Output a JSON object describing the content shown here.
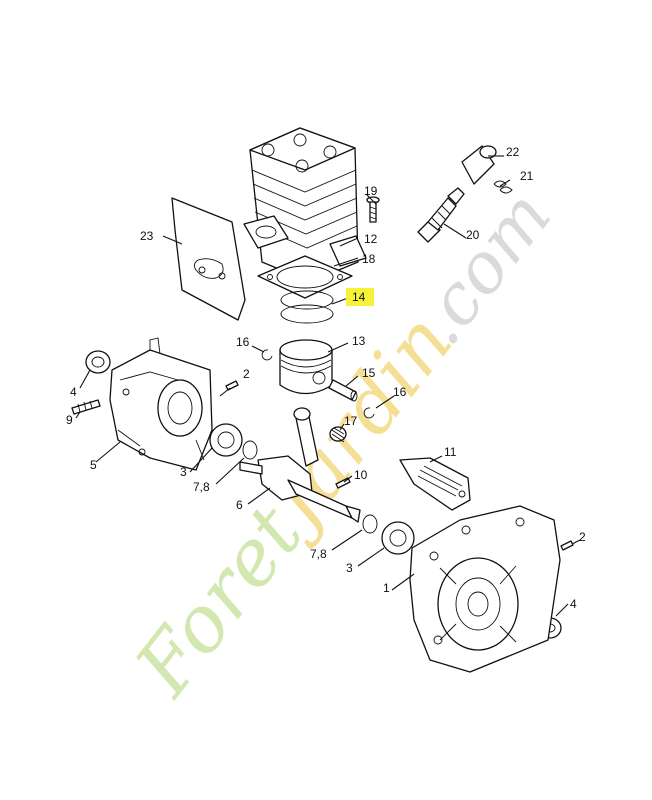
{
  "diagram": {
    "callouts": [
      {
        "id": "c1",
        "text": "1"
      },
      {
        "id": "c2a",
        "text": "2"
      },
      {
        "id": "c2b",
        "text": "2"
      },
      {
        "id": "c3a",
        "text": "3"
      },
      {
        "id": "c3b",
        "text": "3"
      },
      {
        "id": "c4a",
        "text": "4"
      },
      {
        "id": "c4b",
        "text": "4"
      },
      {
        "id": "c5",
        "text": "5"
      },
      {
        "id": "c6",
        "text": "6"
      },
      {
        "id": "c78a",
        "text": "7,8"
      },
      {
        "id": "c78b",
        "text": "7,8"
      },
      {
        "id": "c9",
        "text": "9"
      },
      {
        "id": "c10",
        "text": "10"
      },
      {
        "id": "c11",
        "text": "11"
      },
      {
        "id": "c12",
        "text": "12"
      },
      {
        "id": "c13",
        "text": "13"
      },
      {
        "id": "c14",
        "text": "14"
      },
      {
        "id": "c15",
        "text": "15"
      },
      {
        "id": "c16a",
        "text": "16"
      },
      {
        "id": "c16b",
        "text": "16"
      },
      {
        "id": "c17",
        "text": "17"
      },
      {
        "id": "c18",
        "text": "18"
      },
      {
        "id": "c19",
        "text": "19"
      },
      {
        "id": "c20",
        "text": "20"
      },
      {
        "id": "c21",
        "text": "21"
      },
      {
        "id": "c22",
        "text": "22"
      },
      {
        "id": "c23",
        "text": "23"
      }
    ],
    "highlight_color": "#f6f23a",
    "watermark": {
      "text_green": "Foret",
      "text_yellow": "Jardin",
      "text_gray": ".com",
      "color_green": "#cfe6a8",
      "color_yellow": "#f4dc8a",
      "color_gray": "#d6d6d6"
    }
  }
}
